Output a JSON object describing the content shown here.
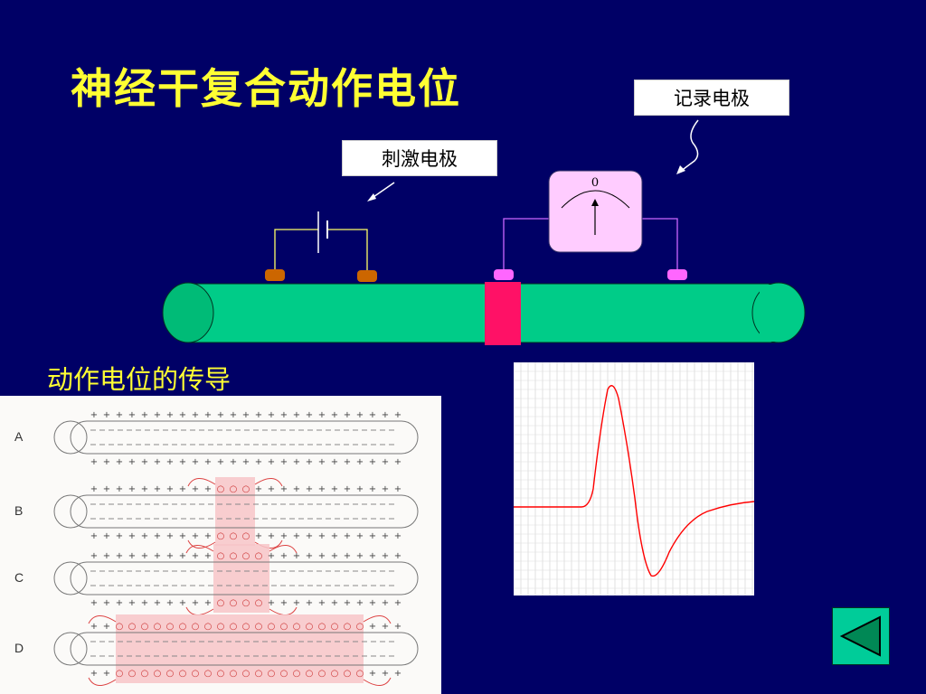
{
  "slide": {
    "title": "神经干复合动作电位",
    "record_label": "记录电极",
    "stim_label": "刺激电极",
    "meter_zero": "0",
    "conduction_title": "动作电位的传导"
  },
  "figure": {
    "rows": [
      {
        "letter": "A"
      },
      {
        "letter": "B"
      },
      {
        "letter": "C"
      },
      {
        "letter": "D"
      }
    ]
  },
  "colors": {
    "background": "#000066",
    "title": "#ffff33",
    "nerve": "#00cc88",
    "depolarized_band": "#ff1166",
    "meter": "#ffccff",
    "stim_pads": "#cc6600",
    "record_pads": "#ff66ff",
    "trace": "#ff0000",
    "nav_button": "#00cc99"
  },
  "nav": {
    "icon": "back-triangle-icon"
  }
}
